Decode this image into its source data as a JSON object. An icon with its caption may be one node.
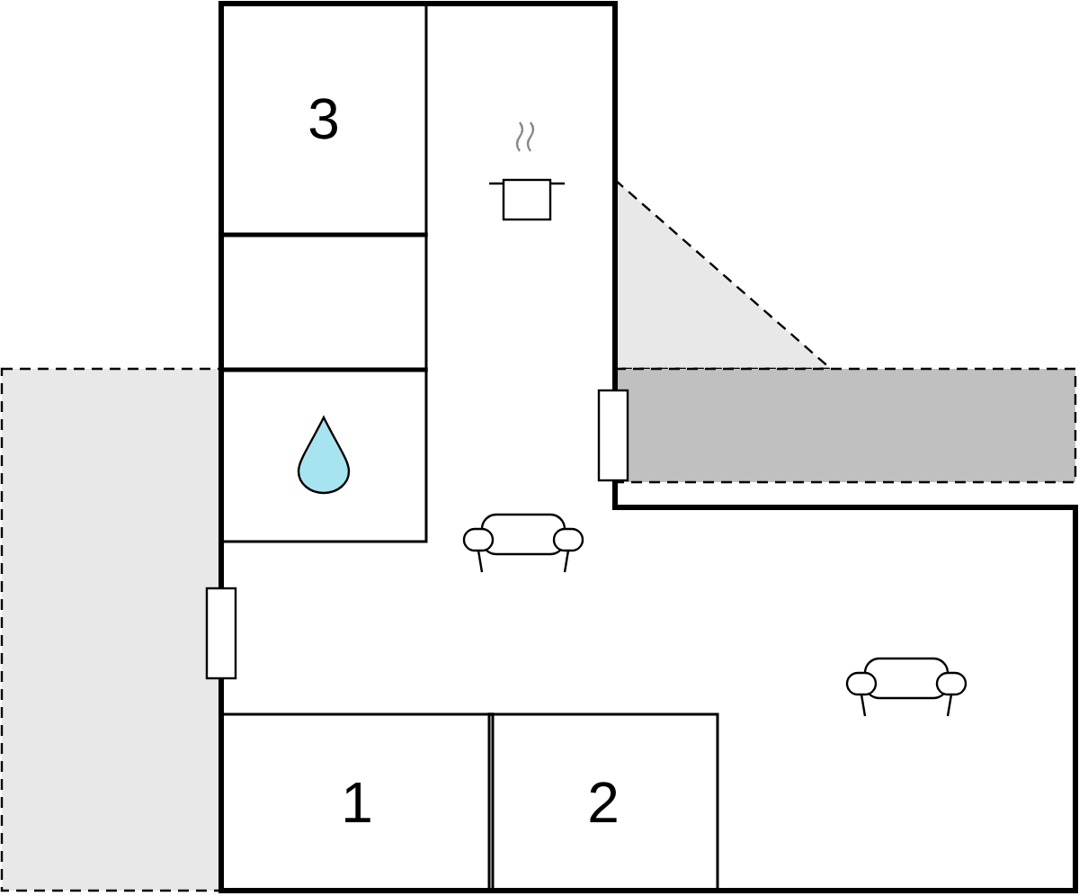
{
  "diagram": {
    "nodes": [
      {
        "text": [
          "3"
        ]
      },
      {
        "text": [],
        "shape": "box"
      },
      {
        "text": [],
        "shape": "box"
      },
      {
        "text": [
          "1"
        ]
      },
      {
        "text": [
          "2"
        ]
      },
      {
        "text": [],
        "shape": "triangle"
      },
      {
        "text": [],
        "shape": "box"
      },
      {
        "text": [],
        "shape": "box"
      }
    ]
  }
}
